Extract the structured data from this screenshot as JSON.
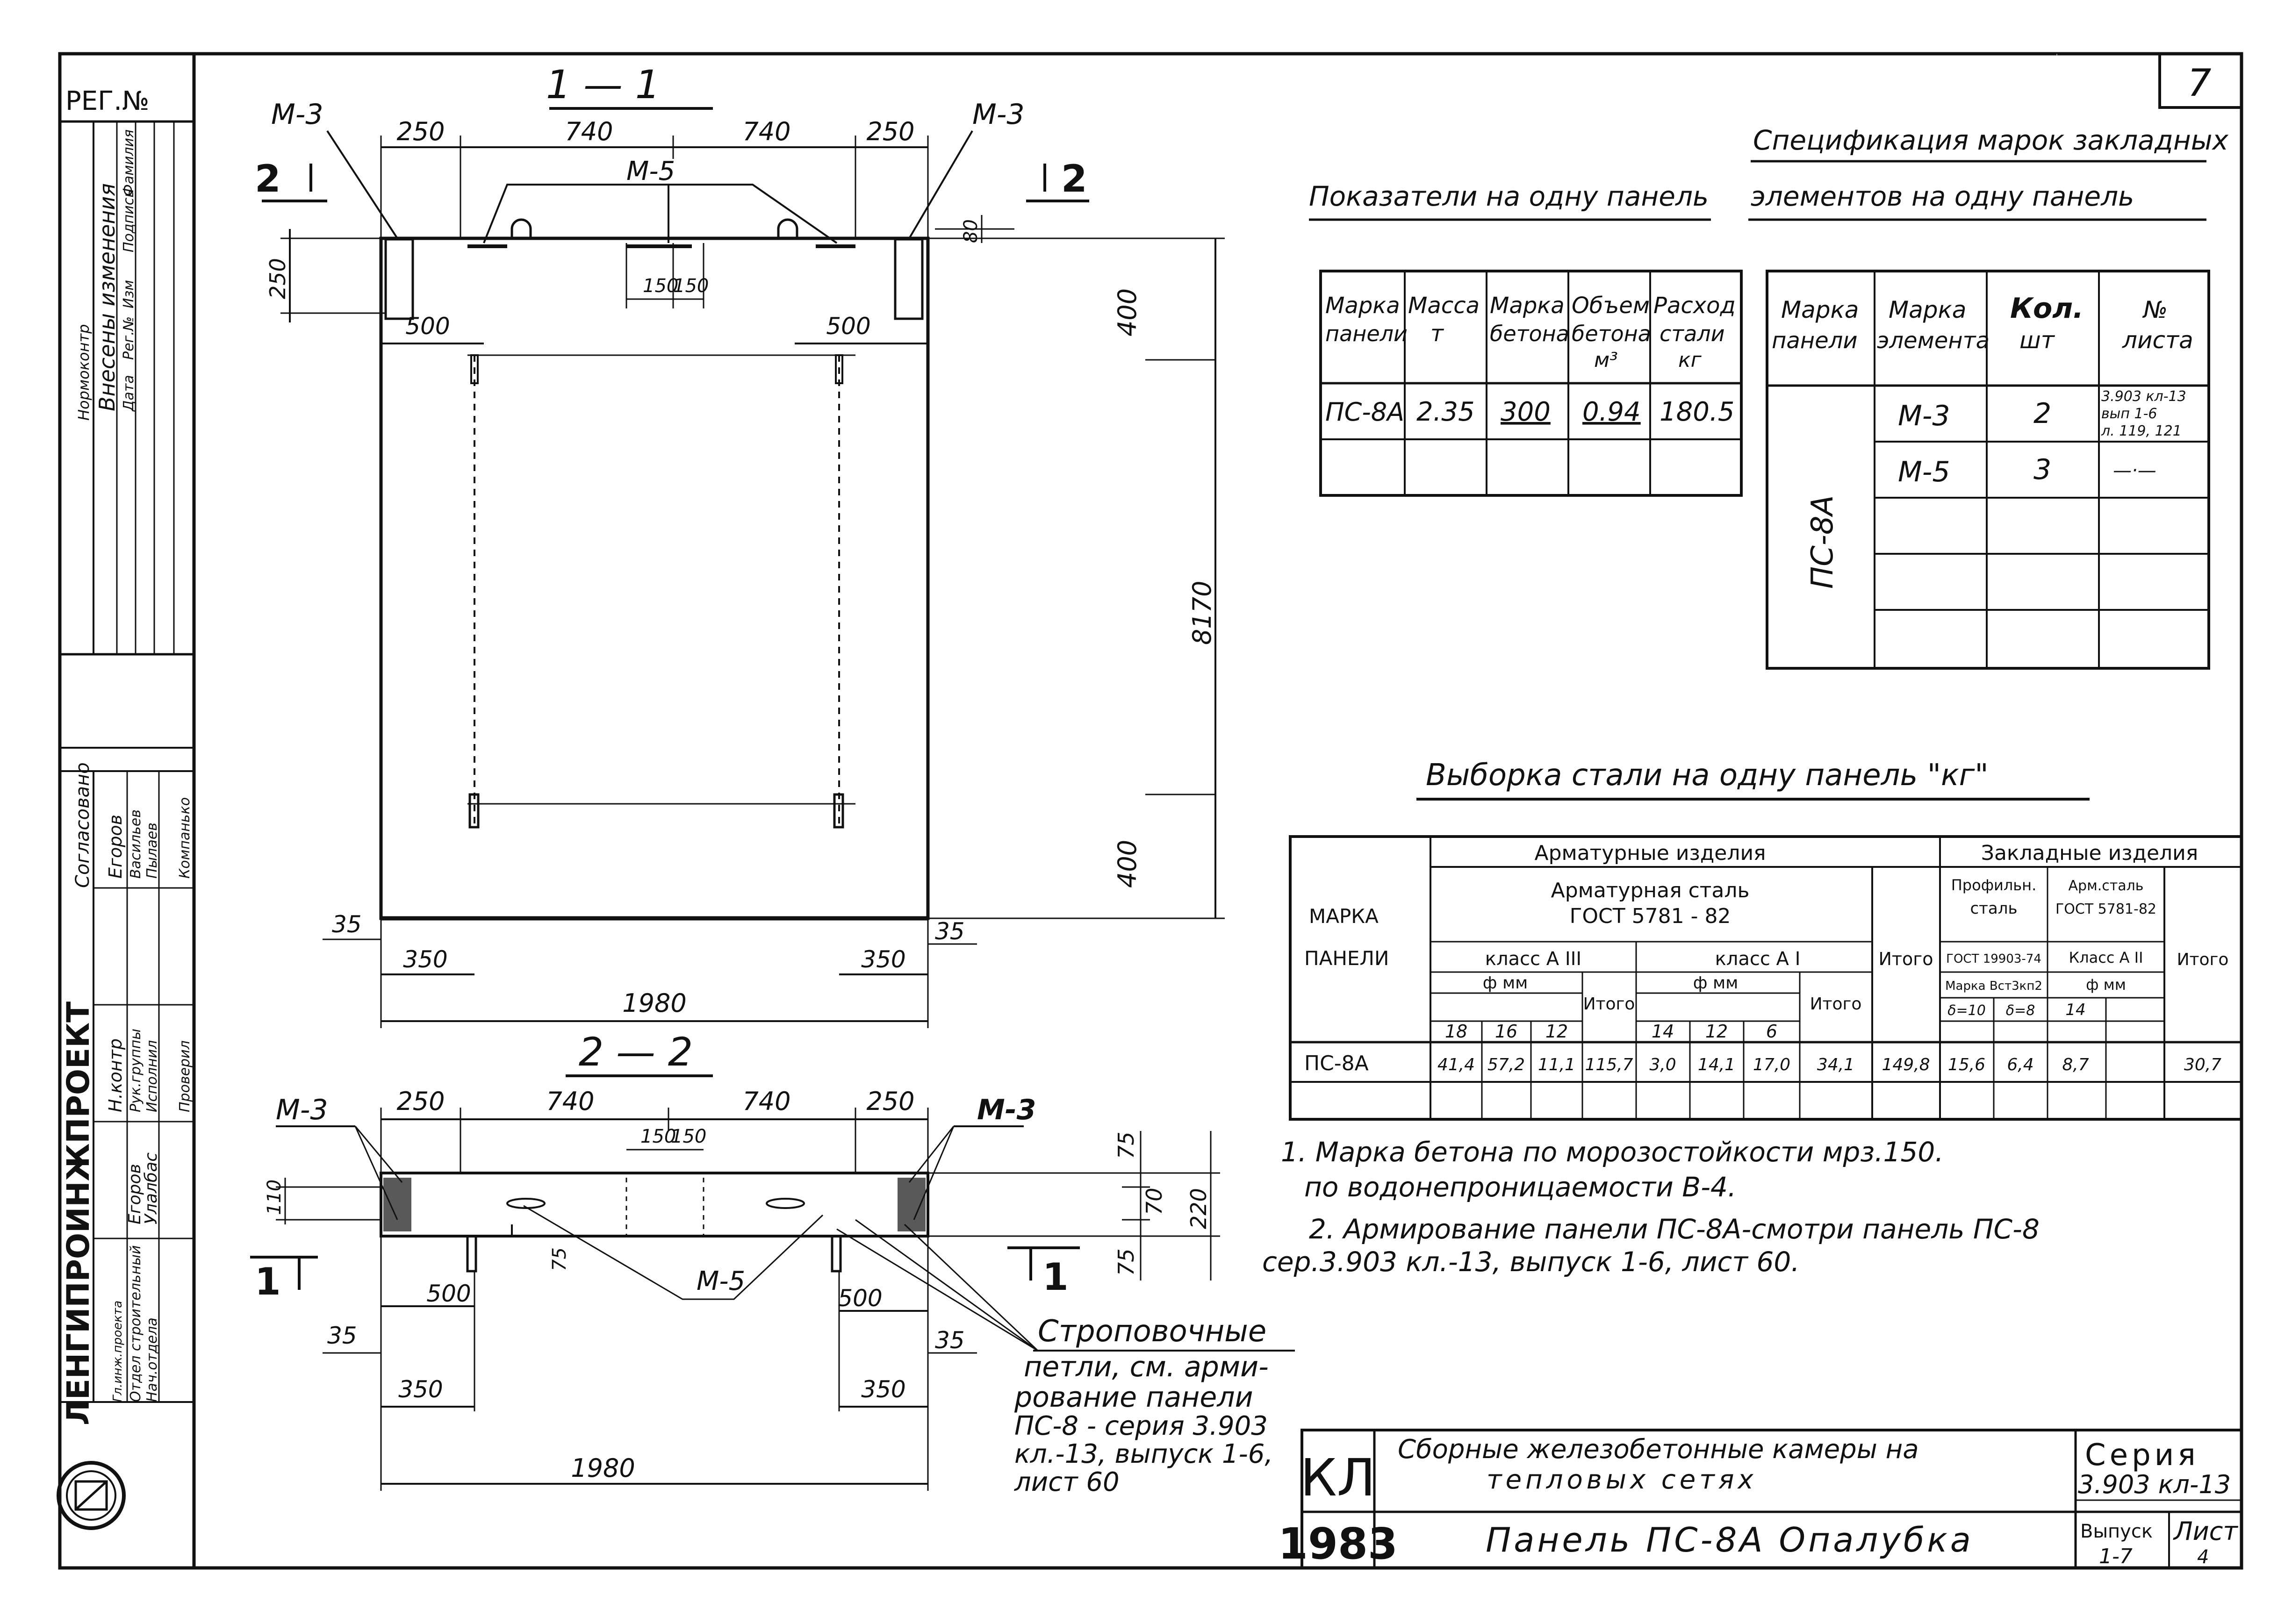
{
  "sheet_number": "7",
  "reg_label": "РЕГ.№",
  "stamp": {
    "changes": {
      "heading_1": "Внесены изменения",
      "heading_2": "Нормоконтр",
      "cols": [
        "Дата",
        "Рег.№",
        "Изм",
        "Подпись",
        "Фамилия"
      ]
    },
    "approvals": {
      "agreed": "Согласовано",
      "roles": [
        "Н.контр",
        "Рук.группы",
        "Исполнил",
        "Проверил"
      ],
      "names": [
        "Егоров",
        "Васильев",
        "Пылаев",
        "Компанько"
      ],
      "org_roles": [
        "Гл.инж.проекта",
        "Отдел строительный",
        "Нач.отдела"
      ],
      "org_names": [
        "Егоров",
        "Улалбас"
      ]
    },
    "org": "ЛЕНГИПРОИНЖПРОЕКТ"
  },
  "section_1": {
    "title": "1 — 1",
    "cut_left": "2",
    "cut_right": "2",
    "labels": {
      "m3_left": "М-3",
      "m3_right": "М-3",
      "m5": "М-5"
    },
    "dims_top": [
      "250",
      "740",
      "740",
      "250"
    ],
    "dims": {
      "d80": "80",
      "d250": "250",
      "d150a": "150",
      "d150b": "150",
      "d500l": "500",
      "d500r": "500",
      "d400t": "400",
      "d8170": "8170",
      "d400b": "400",
      "d35l": "35",
      "d35r": "35",
      "d350l": "350",
      "d350r": "350",
      "d1980": "1980"
    }
  },
  "section_2": {
    "title": "2 — 2",
    "labels": {
      "m3_left": "М-3",
      "m3_right": "М-3",
      "m5": "М-5",
      "cut_l": "1",
      "cut_r": "1"
    },
    "dims_top": [
      "250",
      "740",
      "740",
      "250"
    ],
    "dims": {
      "d150a": "150",
      "d150b": "150",
      "d110": "110",
      "d75a": "75",
      "d70": "70",
      "d220": "220",
      "d75b": "75",
      "d75c": "75",
      "d500l": "500",
      "d500r": "500",
      "d35l": "35",
      "d35r": "35",
      "d350l": "350",
      "d350r": "350",
      "d1980": "1980"
    },
    "sling_note": [
      "Строповочные",
      "петли, см. арми-",
      "рование панели",
      "ПС-8 - серия 3.903",
      "кл.-13, выпуск 1-6,",
      "лист 60"
    ]
  },
  "indicators": {
    "title": "Показатели на одну панель",
    "headers": [
      [
        "Марка",
        "панели"
      ],
      [
        "Масса",
        "т"
      ],
      [
        "Марка",
        "бетона"
      ],
      [
        "Объем",
        "бетона",
        "м³"
      ],
      [
        "Расход",
        "стали",
        "кг"
      ]
    ],
    "row": [
      "ПС-8А",
      "2.35",
      "300",
      "0.94",
      "180.5"
    ]
  },
  "spec": {
    "title_1": "Спецификация марок закладных",
    "title_2": "элементов на одну панель",
    "headers": [
      [
        "Марка",
        "панели"
      ],
      [
        "Марка",
        "элемента"
      ],
      [
        "Кол.",
        "шт"
      ],
      [
        "№",
        "листа"
      ]
    ],
    "panel": "ПС-8А",
    "rows": [
      {
        "element": "М-3",
        "qty": "2",
        "sheet": [
          "3.903 кл-13",
          "вып 1-6",
          "л. 119, 121"
        ]
      },
      {
        "element": "М-5",
        "qty": "3",
        "sheet": [
          "—·—"
        ]
      }
    ]
  },
  "steel": {
    "title": "Выборка стали на одну панель \"кг\"",
    "h_reinf": "Арматурные изделия",
    "h_embed": "Закладные изделия",
    "h_bar": "Арматурная сталь",
    "h_bar_gost": "ГОСТ 5781 - 82",
    "h_mark_1": "МАРКА",
    "h_mark_2": "ПАНЕЛИ",
    "h_class_a3": "класс А III",
    "h_class_a1": "класс А I",
    "h_phi": "ф мм",
    "h_total": "Итого",
    "h_profile_1": "Профильн.",
    "h_profile_2": "сталь",
    "h_profile_gost": "ГОСТ 19903-74",
    "h_profile_mark": "Марка Вст3кп2",
    "h_arm_1": "Арм.сталь",
    "h_arm_2": "ГОСТ 5781-82",
    "h_class_a2": "Класс А II",
    "diam_a3": [
      "18",
      "16",
      "12"
    ],
    "diam_a1": [
      "14",
      "12",
      "6"
    ],
    "thick": [
      "δ=10",
      "δ=8"
    ],
    "diam_a2": [
      "14"
    ],
    "row": [
      "ПС-8А",
      "41,4",
      "57,2",
      "11,1",
      "115,7",
      "3,0",
      "14,1",
      "17,0",
      "34,1",
      "149,8",
      "15,6",
      "6,4",
      "8,7",
      "",
      "30,7"
    ]
  },
  "notes": [
    "1. Марка бетона по морозостойкости мрз.150.",
    "по водонепроницаемости В-4.",
    "2. Армирование панели ПС-8А-смотри панель ПС-8",
    "сер.3.903 кл.-13, выпуск 1-6, лист 60."
  ],
  "title_block": {
    "code": "КЛ",
    "year": "1983",
    "name_1": "Сборные железобетонные камеры на",
    "name_2": "тепловых сетях",
    "sheet_title": "Панель ПС-8А Опалубка",
    "series_label": "Серия",
    "series_value": "3.903 кл-13",
    "issue_label": "Выпуск",
    "issue_value": "1-7",
    "list_label": "Лист",
    "list_value": "4"
  }
}
